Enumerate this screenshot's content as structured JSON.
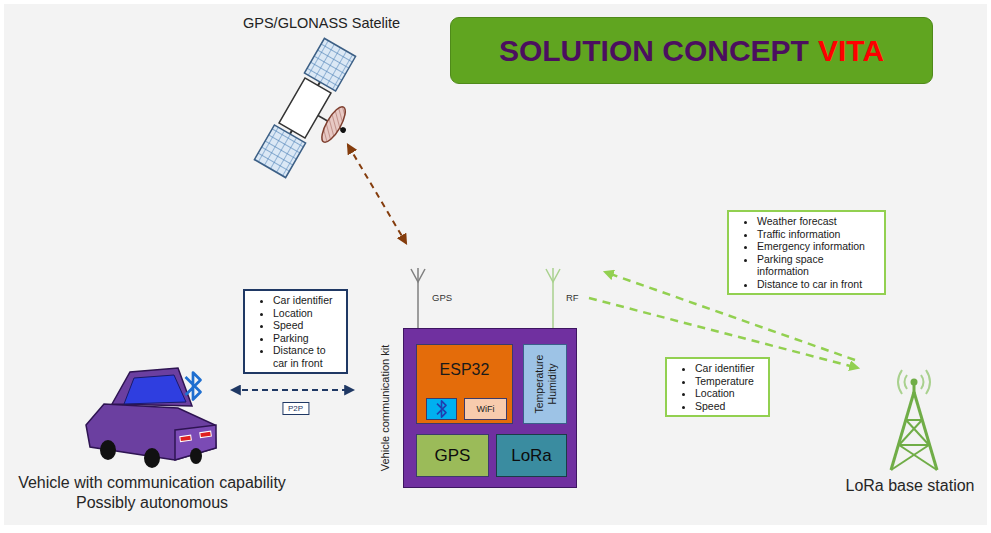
{
  "diagram": {
    "nodes": [
      {
        "text": [
          "GPS/GLONASS Satelite"
        ]
      },
      {
        "text": [
          "SOLUTION CONCEPT",
          "VITA"
        ]
      },
      {
        "text": [
          "Weather forecast",
          "Traffic information",
          "Emergency information",
          "Parking space information",
          "Distance to car in front"
        ]
      },
      {
        "text": [
          "Car identifier",
          "Location",
          "Speed",
          "Parking",
          "Distance to car in front"
        ]
      },
      {
        "text": [
          "Vehicle communication kit"
        ]
      },
      {
        "text": [
          "ESP32"
        ],
        "in": 4
      },
      {
        "text": [
          "WiFi"
        ],
        "in": 5
      },
      {
        "text": [
          "Temperature Humidity"
        ],
        "in": 4
      },
      {
        "text": [
          "GPS"
        ],
        "in": 4
      },
      {
        "text": [
          "LoRa"
        ],
        "in": 4
      },
      {
        "text": [
          "Car identifier",
          "Temperature",
          "Location",
          "Speed"
        ]
      },
      {
        "text": [
          "Vehicle with communication capability Possibly autonomous"
        ]
      },
      {
        "text": [
          "LoRa base station"
        ]
      }
    ],
    "edges": [
      {
        "from": 0,
        "to": 4,
        "arrow": "both"
      },
      {
        "from": 11,
        "to": 4,
        "label": "P2P",
        "arrow": "both"
      },
      {
        "from": 12,
        "to": 4,
        "arrow": "to"
      },
      {
        "from": 4,
        "to": 12,
        "arrow": "to"
      }
    ],
    "labels": [
      "GPS",
      "RF"
    ]
  }
}
